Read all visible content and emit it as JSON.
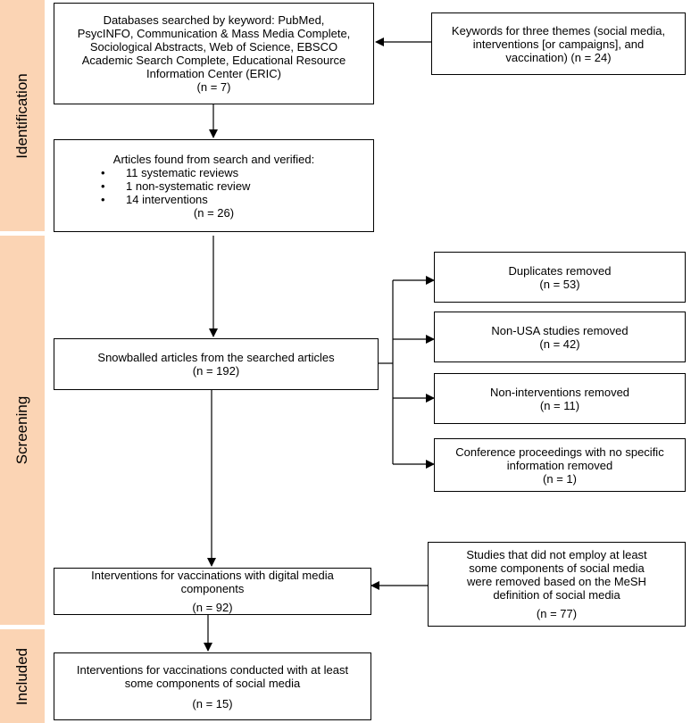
{
  "phases": {
    "identification": "Identification",
    "screening": "Screening",
    "included": "Included"
  },
  "boxes": {
    "databases": {
      "lines": [
        "Databases searched by keyword: PubMed,",
        "PsycINFO, Communication & Mass Media Complete,",
        "Sociological Abstracts, Web of Science, EBSCO",
        "Academic Search Complete, Educational Resource",
        "Information Center (ERIC)",
        "(n = 7)"
      ]
    },
    "keywords": {
      "lines": [
        "Keywords for three themes (social media,",
        "interventions [or campaigns], and",
        "vaccination) (n = 24)"
      ]
    },
    "articles_found": {
      "heading": "Articles found from search and verified:",
      "bullets": [
        "11 systematic reviews",
        "1 non-systematic review",
        "14 interventions"
      ],
      "count": "(n = 26)"
    },
    "snowballed": {
      "lines": [
        "Snowballed articles from the searched articles",
        "(n = 192)"
      ]
    },
    "duplicates": {
      "lines": [
        "Duplicates removed",
        "(n = 53)"
      ]
    },
    "non_usa": {
      "lines": [
        "Non-USA studies removed",
        "(n = 42)"
      ]
    },
    "non_interventions": {
      "lines": [
        "Non-interventions removed",
        "(n = 11)"
      ]
    },
    "conference": {
      "lines": [
        "Conference proceedings with no specific",
        "information removed",
        "(n = 1)"
      ]
    },
    "digital_media": {
      "lines": [
        "Interventions for vaccinations with digital media",
        "components",
        "",
        "(n = 92)"
      ]
    },
    "not_social_media": {
      "lines": [
        "Studies that did not employ at least",
        "some components of social media",
        "were removed based on the MeSH",
        "definition of social media",
        "",
        "(n = 77)"
      ]
    },
    "final": {
      "lines": [
        "Interventions for vaccinations conducted with at least",
        "some components of social media",
        "",
        "(n = 15)"
      ]
    }
  },
  "bullet_symbol": "•",
  "colors": {
    "phase_band": "#fbd4b4",
    "border": "#000000",
    "arrow": "#000000"
  }
}
